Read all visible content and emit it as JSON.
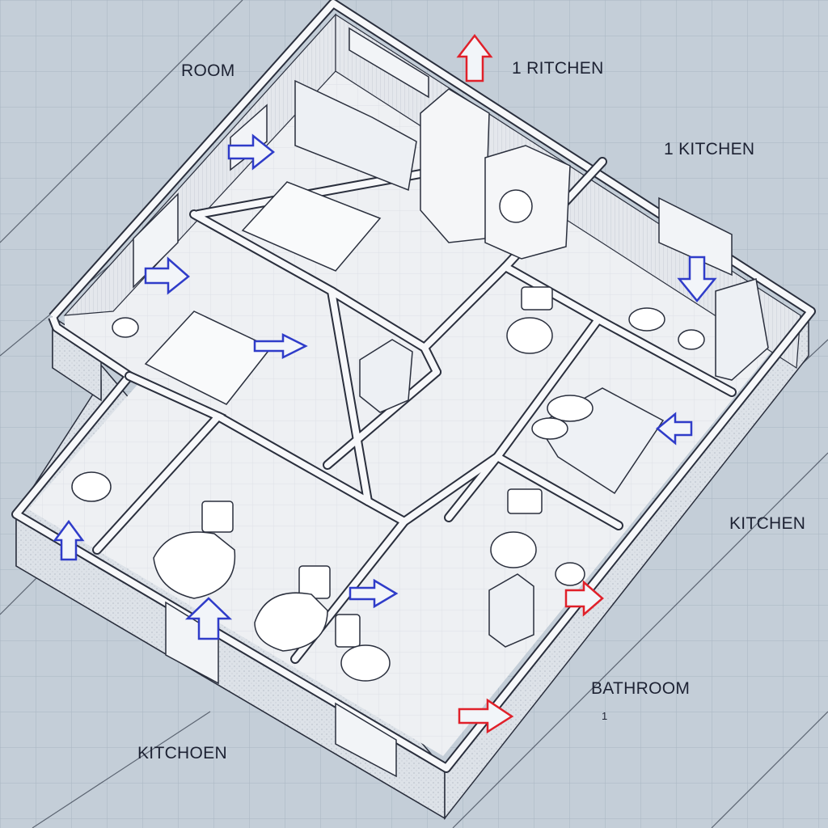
{
  "labels": {
    "room_top_left": "ROOM",
    "kitchen_top": "1 RITCHEN",
    "kitchen_right_top": "1 KITCHEN",
    "kitchen_right": "KITCHEN",
    "bathroom": "BATHROOM",
    "kitchen_bottom": "KITCHOEN",
    "stray_mark": "1"
  },
  "colors": {
    "paper": "#c4ced8",
    "grid": "#a9b5c2",
    "wall_top": "#f7f8fa",
    "wall_side": "#dadfe6",
    "floor": "#eef0f3",
    "ink": "#2a2f3d",
    "arrow_blue": "#2f3cc9",
    "arrow_red": "#e0202a"
  },
  "arrows": [
    {
      "color": "red",
      "direction": "up"
    },
    {
      "color": "blue",
      "direction": "right"
    },
    {
      "color": "blue",
      "direction": "right"
    },
    {
      "color": "blue",
      "direction": "right"
    },
    {
      "color": "blue",
      "direction": "down"
    },
    {
      "color": "blue",
      "direction": "left"
    },
    {
      "color": "blue",
      "direction": "up"
    },
    {
      "color": "blue",
      "direction": "up"
    },
    {
      "color": "blue",
      "direction": "right"
    },
    {
      "color": "red",
      "direction": "right"
    },
    {
      "color": "red",
      "direction": "right"
    }
  ]
}
